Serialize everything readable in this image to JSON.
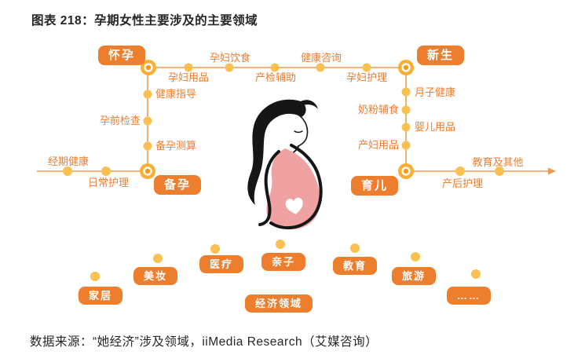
{
  "title": "图表 218：孕期女性主要涉及的主要领域",
  "source": "数据来源：“她经济”涉及领域，iiMedia Research（艾媒咨询）",
  "colors": {
    "badge_orange": "#EC7E2E",
    "label_orange": "#ED7D31",
    "line_orange": "#EE9A53",
    "dot_yellow": "#FAC051",
    "ring_outer": "#F9AF35",
    "ring_center": "#F59C1A",
    "belly_pink": "#F0A2A2"
  },
  "stages": {
    "pregnancy": "怀孕",
    "newborn": "新生",
    "preparation": "备孕",
    "parenting": "育儿"
  },
  "items": {
    "maternal_food": "孕妇饮食",
    "maternal_supplies": "孕妇用品",
    "checkup_assist": "产检辅助",
    "health_consult": "健康咨询",
    "maternal_care": "孕妇护理",
    "health_guidance": "健康指导",
    "prepregnancy_check": "孕前检查",
    "conception_calc": "备孕测算",
    "period_health": "经期健康",
    "daily_care": "日常护理",
    "confinement_health": "月子健康",
    "milk_supplement": "奶粉辅食",
    "baby_supplies": "婴儿用品",
    "postpartum_supplies": "产妇用品",
    "postpartum_care": "产后护理",
    "education_others": "教育及其他"
  },
  "bubbles": [
    "家居",
    "美妆",
    "医疗",
    "亲子",
    "经济领域",
    "教育",
    "旅游",
    "……"
  ]
}
